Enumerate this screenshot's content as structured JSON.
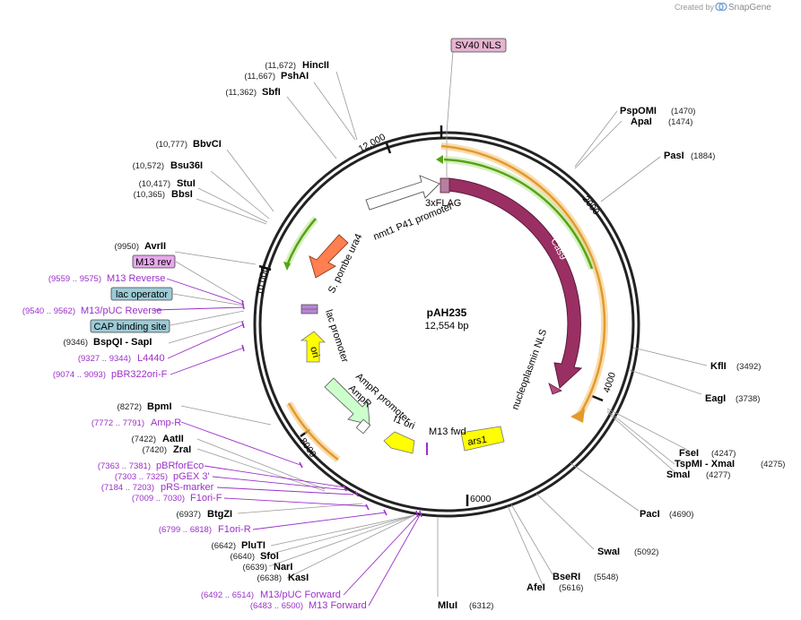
{
  "credit": {
    "prefix": "Created by",
    "brand": "SnapGene"
  },
  "plasmid": {
    "name": "pAH235",
    "size": "12,554 bp"
  },
  "ticks": [
    "2000",
    "4000",
    "6000",
    "8000",
    "10,000",
    "12,000"
  ],
  "enzymes": [
    {
      "name": "HincII",
      "pos": "(11,672)"
    },
    {
      "name": "PshAI",
      "pos": "(11,667)"
    },
    {
      "name": "SbfI",
      "pos": "(11,362)"
    },
    {
      "name": "BbvCI",
      "pos": "(10,777)"
    },
    {
      "name": "Bsu36I",
      "pos": "(10,572)"
    },
    {
      "name": "StuI",
      "pos": "(10,417)"
    },
    {
      "name": "BbsI",
      "pos": "(10,365)"
    },
    {
      "name": "AvrII",
      "pos": "(9950)"
    },
    {
      "name": "BspQI   - SapI",
      "pos": "(9346)"
    },
    {
      "name": "BpmI",
      "pos": "(8272)"
    },
    {
      "name": "AatII",
      "pos": "(7422)"
    },
    {
      "name": "ZraI",
      "pos": "(7420)"
    },
    {
      "name": "BtgZI",
      "pos": "(6937)"
    },
    {
      "name": "PluTI",
      "pos": "(6642)"
    },
    {
      "name": "SfoI",
      "pos": "(6640)"
    },
    {
      "name": "NarI",
      "pos": "(6639)"
    },
    {
      "name": "KasI",
      "pos": "(6638)"
    },
    {
      "name": "MluI",
      "pos": "(6312)"
    },
    {
      "name": "PspOMI",
      "pos": "(1470)"
    },
    {
      "name": "ApaI",
      "pos": "(1474)"
    },
    {
      "name": "PasI",
      "pos": "(1884)"
    },
    {
      "name": "KflI",
      "pos": "(3492)"
    },
    {
      "name": "EagI",
      "pos": "(3738)"
    },
    {
      "name": "FseI",
      "pos": "(4247)"
    },
    {
      "name": "TspMI   - XmaI",
      "pos": "(4275)"
    },
    {
      "name": "SmaI",
      "pos": "(4277)"
    },
    {
      "name": "PacI",
      "pos": "(4690)"
    },
    {
      "name": "SwaI",
      "pos": "(5092)"
    },
    {
      "name": "BseRI",
      "pos": "(5548)"
    },
    {
      "name": "AfeI",
      "pos": "(5616)"
    }
  ],
  "primers": [
    {
      "name": "M13 Reverse",
      "pos": "(9559 .. 9575)"
    },
    {
      "name": "M13/pUC Reverse",
      "pos": "(9540 .. 9562)"
    },
    {
      "name": "L4440",
      "pos": "(9327 .. 9344)"
    },
    {
      "name": "pBR322ori-F",
      "pos": "(9074 .. 9093)"
    },
    {
      "name": "Amp-R",
      "pos": "(7772 .. 7791)"
    },
    {
      "name": "pBRforEco",
      "pos": "(7363 .. 7381)"
    },
    {
      "name": "pGEX 3'",
      "pos": "(7303 .. 7325)"
    },
    {
      "name": "pRS-marker",
      "pos": "(7184 .. 7203)"
    },
    {
      "name": "F1ori-F",
      "pos": "(7009 .. 7030)"
    },
    {
      "name": "F1ori-R",
      "pos": "(6799 .. 6818)"
    },
    {
      "name": "M13/pUC Forward",
      "pos": "(6492 .. 6514)"
    },
    {
      "name": "M13 Forward",
      "pos": "(6483 .. 6500)"
    }
  ],
  "boxed_features": [
    {
      "name": "SV40 NLS",
      "color": "#e6b3d0"
    },
    {
      "name": "M13 rev",
      "color": "#e6a8ec"
    },
    {
      "name": "lac operator",
      "color": "#9ccbd6"
    },
    {
      "name": "CAP binding site",
      "color": "#9ccbd6"
    }
  ],
  "features": {
    "cas9": "Cas9",
    "nucleoplasmin": "nucleoplasmin NLS",
    "flag": "3xFLAG",
    "nmt1": "nmt1 P41 promoter",
    "ura4": "S. pombe ura4",
    "lac_promoter": "lac promoter",
    "ori": "ori",
    "ampr_promoter": "AmpR promoter",
    "ampr": "AmpR",
    "f1ori": "f1 ori",
    "m13fwd": "M13 fwd",
    "ars1": "ars1"
  },
  "colors": {
    "cas9": "#9a2f63",
    "ura4": "#ff7f50",
    "yellow": "#ffff00",
    "ampr": "#ccffcc",
    "orange_arc": "#e39a2c",
    "green_arc": "#56a316",
    "primer": "#9b30c8"
  }
}
